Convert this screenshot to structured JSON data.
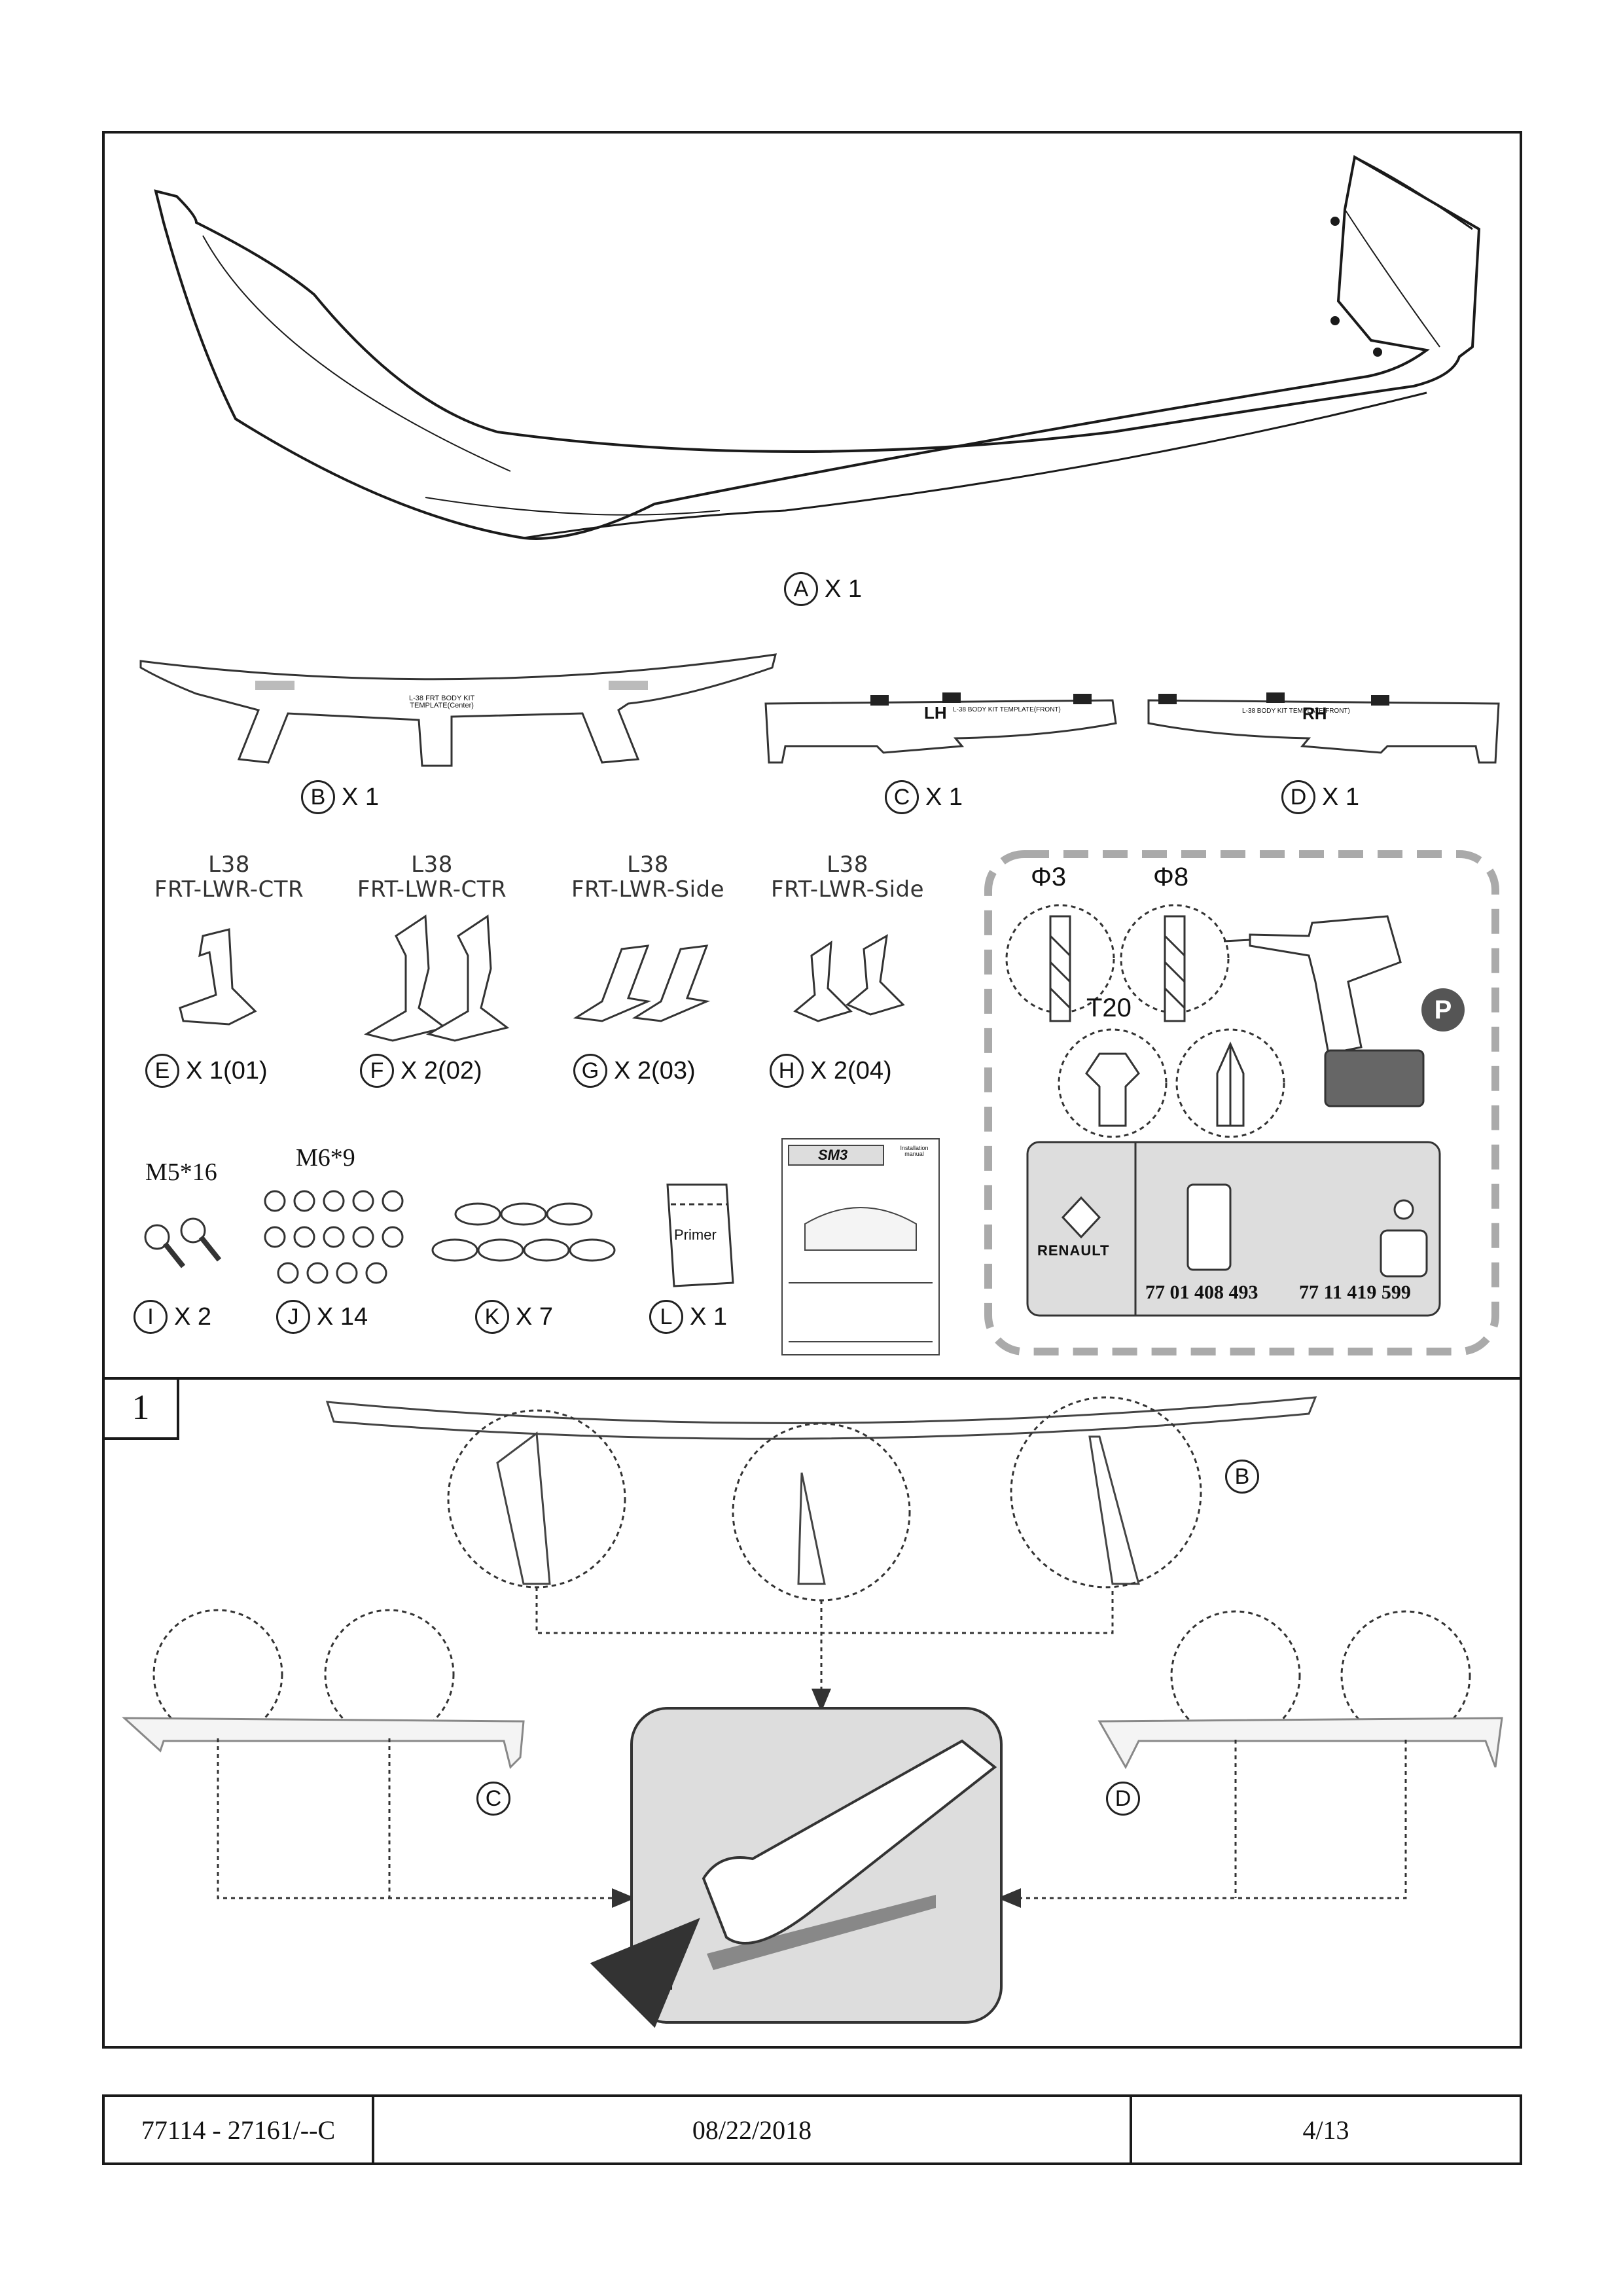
{
  "parts": {
    "A": {
      "letter": "A",
      "qty": "X 1"
    },
    "B": {
      "letter": "B",
      "qty": "X 1"
    },
    "C": {
      "letter": "C",
      "qty": "X 1"
    },
    "D": {
      "letter": "D",
      "qty": "X 1"
    },
    "E": {
      "letter": "E",
      "qty": "X 1(01)",
      "title1": "L38",
      "title2": "FRT-LWR-CTR"
    },
    "F": {
      "letter": "F",
      "qty": "X 2(02)",
      "title1": "L38",
      "title2": "FRT-LWR-CTR"
    },
    "G": {
      "letter": "G",
      "qty": "X 2(03)",
      "title1": "L38",
      "title2": "FRT-LWR-Side"
    },
    "H": {
      "letter": "H",
      "qty": "X 2(04)",
      "title1": "L38",
      "title2": "FRT-LWR-Side"
    },
    "I": {
      "letter": "I",
      "qty": "X 2",
      "spec": "M5*16"
    },
    "J": {
      "letter": "J",
      "qty": "X 14",
      "spec": "M6*9"
    },
    "K": {
      "letter": "K",
      "qty": "X 7"
    },
    "L": {
      "letter": "L",
      "qty": "X 1",
      "bag_label": "Primer"
    }
  },
  "templates": {
    "B_text": "L-38 FRT BODY KIT\nTEMPLATE(Center)",
    "C_side": "LH",
    "C_text": "L-38 BODY KIT TEMPLATE(FRONT)",
    "D_side": "RH",
    "D_text": "L-38 BODY KIT TEMPLATE(FRONT)"
  },
  "manual": {
    "brand": "SM3",
    "title": "Installation manual"
  },
  "tools": {
    "drill1": "Φ3",
    "drill2": "Φ8",
    "bit": "T20",
    "badge": "P",
    "brand": "RENAULT",
    "code1": "77 01 408 493",
    "code2": "77 11 419 599"
  },
  "step": {
    "number": "1",
    "ref_B": "B",
    "ref_C": "C",
    "ref_D": "D"
  },
  "footer": {
    "ref": "77114 - 27161/--C",
    "date": "08/22/2018",
    "page": "4/13"
  }
}
